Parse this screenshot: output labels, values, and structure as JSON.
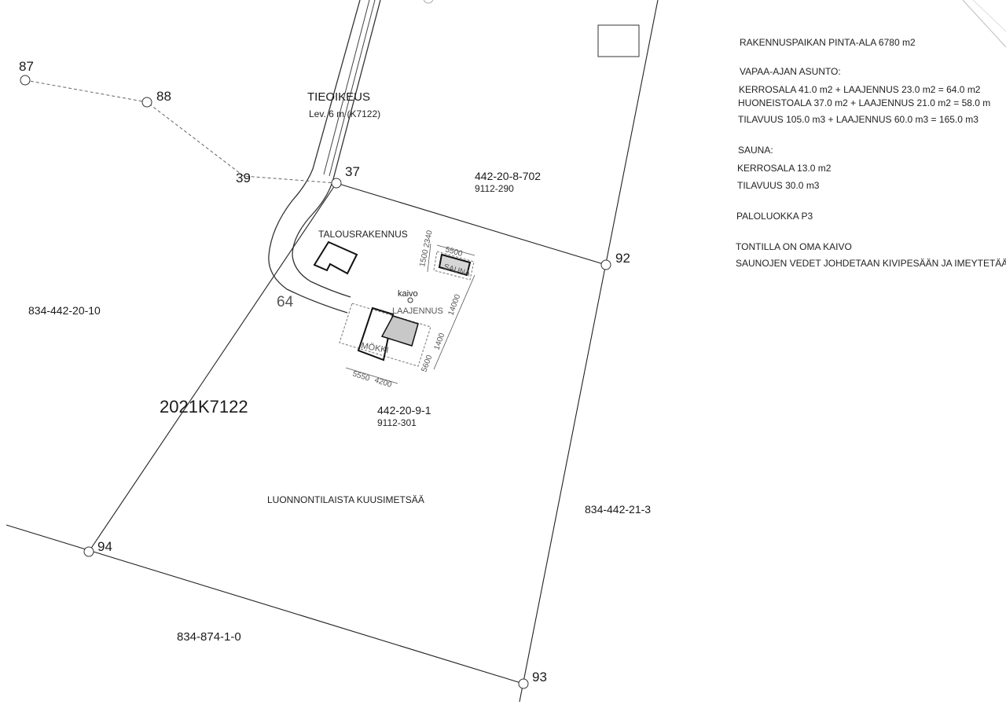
{
  "site_summary": {
    "area_line": "RAKENNUSPAIKAN PINTA-ALA 6780 m2",
    "vacation_home_heading": "VAPAA-AJAN ASUNTO:",
    "vacation_home_lines": [
      "KERROSALA 41.0 m2 + LAAJENNUS 23.0 m2 = 64.0 m2",
      "HUONEISTOALA 37.0 m2 + LAAJENNUS 21.0 m2 = 58.0 m",
      "TILAVUUS 105.0 m3 + LAAJENNUS 60.0 m3 = 165.0 m3"
    ],
    "sauna_heading": "SAUNA:",
    "sauna_lines": [
      "KERROSALA 13.0 m2",
      "TILAVUUS 30.0 m3"
    ],
    "fire_class": "PALOLUOKKA P3",
    "notes": [
      "TONTILLA ON OMA KAIVO",
      "SAUNOJEN VEDET JOHDETAAN KIVIPESÄÄN JA IMEYTETÄÄN"
    ]
  },
  "boundary_points": [
    "87",
    "88",
    "39",
    "37",
    "92",
    "94",
    "93"
  ],
  "road": {
    "title": "TIEOIKEUS",
    "width_note": "Lev. 6 m (K7122)",
    "road_number": "64"
  },
  "parcels": {
    "main_id": "442-20-9-1",
    "main_sub": "9112-301",
    "north_id": "442-20-8-702",
    "north_sub": "9112-290",
    "west_id": "834-442-20-10",
    "east_id": "834-442-21-3",
    "south_id": "834-874-1-0",
    "survey_code": "2021K7122"
  },
  "buildings": {
    "outbuilding": "TALOUSRAKENNUS",
    "sauna": "SAUNA",
    "well": "kaivo",
    "extension": "LAAJENNUS",
    "cottage": "MÖKKI"
  },
  "dimensions": {
    "sauna_top": "5500",
    "sauna_side": "1500 2340",
    "long_side": "14000",
    "side_mid": "1400",
    "side_low": "5600",
    "bottom_a": "5550",
    "bottom_b": "4200"
  },
  "vegetation": "LUONNONTILAISTA KUUSIMETSÄÄ"
}
